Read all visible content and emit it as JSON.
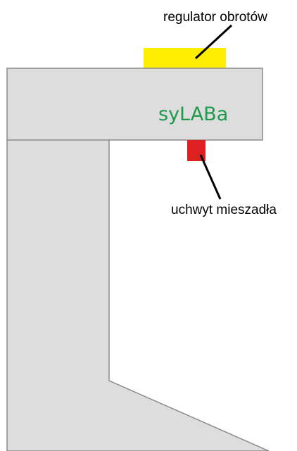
{
  "labels": {
    "speed_regulator": "regulator obrotów",
    "stirrer_holder": "uchwyt mieszadła",
    "brand_name": "syLABa"
  },
  "colors": {
    "body_fill": "#dddddd",
    "outline": "#8c8c8c",
    "regulator": "#ffee00",
    "holder": "#dd2020",
    "brand_text": "#1f9a4a",
    "leader_line": "#000000"
  }
}
